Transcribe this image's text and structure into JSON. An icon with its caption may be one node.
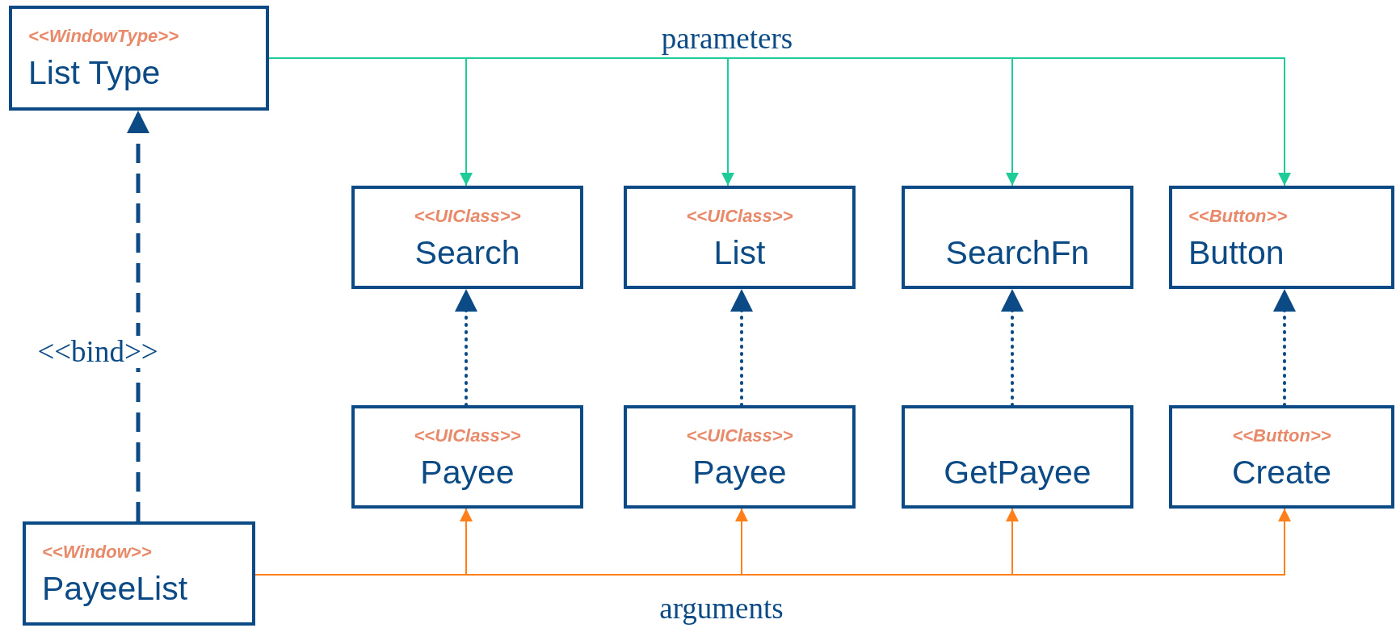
{
  "diagram": {
    "nodes": [
      {
        "text": [
          "<<WindowType>>",
          "List Type"
        ]
      },
      {
        "text": [
          "<<UIClass>>",
          "Search"
        ]
      },
      {
        "text": [
          "<<UIClass>>",
          "List"
        ]
      },
      {
        "text": [
          "SearchFn"
        ]
      },
      {
        "text": [
          "<<Button>>",
          "Button"
        ]
      },
      {
        "text": [
          "<<UIClass>>",
          "Payee"
        ]
      },
      {
        "text": [
          "<<UIClass>>",
          "Payee"
        ]
      },
      {
        "text": [
          "GetPayee"
        ]
      },
      {
        "text": [
          "<<Button>>",
          "Create"
        ]
      },
      {
        "text": [
          "<<Window>>",
          "PayeeList"
        ]
      }
    ],
    "edges": [
      {
        "from": 0,
        "to": 1,
        "arrow": "to",
        "color": "#1fcc99"
      },
      {
        "from": 0,
        "to": 2,
        "arrow": "to",
        "color": "#1fcc99",
        "label": "parameters"
      },
      {
        "from": 0,
        "to": 3,
        "arrow": "to",
        "color": "#1fcc99"
      },
      {
        "from": 0,
        "to": 4,
        "arrow": "to",
        "color": "#1fcc99"
      },
      {
        "from": 9,
        "to": 0,
        "arrow": "to",
        "style": "dashed",
        "label": "<<bind>>"
      },
      {
        "from": 5,
        "to": 1,
        "arrow": "to",
        "style": "dashed"
      },
      {
        "from": 6,
        "to": 2,
        "arrow": "to",
        "style": "dashed"
      },
      {
        "from": 7,
        "to": 3,
        "arrow": "to",
        "style": "dashed"
      },
      {
        "from": 8,
        "to": 4,
        "arrow": "to",
        "style": "dashed"
      },
      {
        "from": 9,
        "to": 5,
        "arrow": "to",
        "color": "#ff7f1a"
      },
      {
        "from": 9,
        "to": 6,
        "arrow": "to",
        "color": "#ff7f1a",
        "label": "arguments"
      },
      {
        "from": 9,
        "to": 7,
        "arrow": "to",
        "color": "#ff7f1a"
      },
      {
        "from": 9,
        "to": 8,
        "arrow": "to",
        "color": "#ff7f1a"
      }
    ]
  }
}
